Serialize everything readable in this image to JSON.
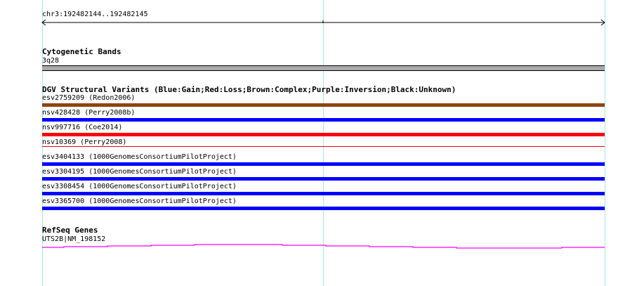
{
  "ruler": {
    "label": "chr3:192482144..192482145"
  },
  "cytoband": {
    "title": "Cytogenetic Bands",
    "band": "3q28",
    "color": "#aaaaaa"
  },
  "dgv": {
    "title": "DGV Structural Variants (Blue:Gain;Red:Loss;Brown:Complex;Purple:Inversion;Black:Unknown)",
    "items": [
      {
        "label": "esv2759209 (Redon2006)",
        "color": "#8b4513"
      },
      {
        "label": "nsv428428 (Perry2008b)",
        "color": "#0000ff"
      },
      {
        "label": "nsv997716 (Coe2014)",
        "color": "#ff0000"
      },
      {
        "label": "nsv10369 (Perry2008)",
        "color": "#ff0000",
        "thin": true
      },
      {
        "label": "esv3404133 (1000GenomesConsortiumPilotProject)",
        "color": "#0000ff"
      },
      {
        "label": "esv3304195 (1000GenomesConsortiumPilotProject)",
        "color": "#0000ff"
      },
      {
        "label": "esv3308454 (1000GenomesConsortiumPilotProject)",
        "color": "#0000ff"
      },
      {
        "label": "esv3365700 (1000GenomesConsortiumPilotProject)",
        "color": "#0000ff"
      }
    ]
  },
  "refseq": {
    "title": "RefSeq Genes",
    "gene": "UTS2B|NM_198152",
    "color": "#ff00ff"
  }
}
